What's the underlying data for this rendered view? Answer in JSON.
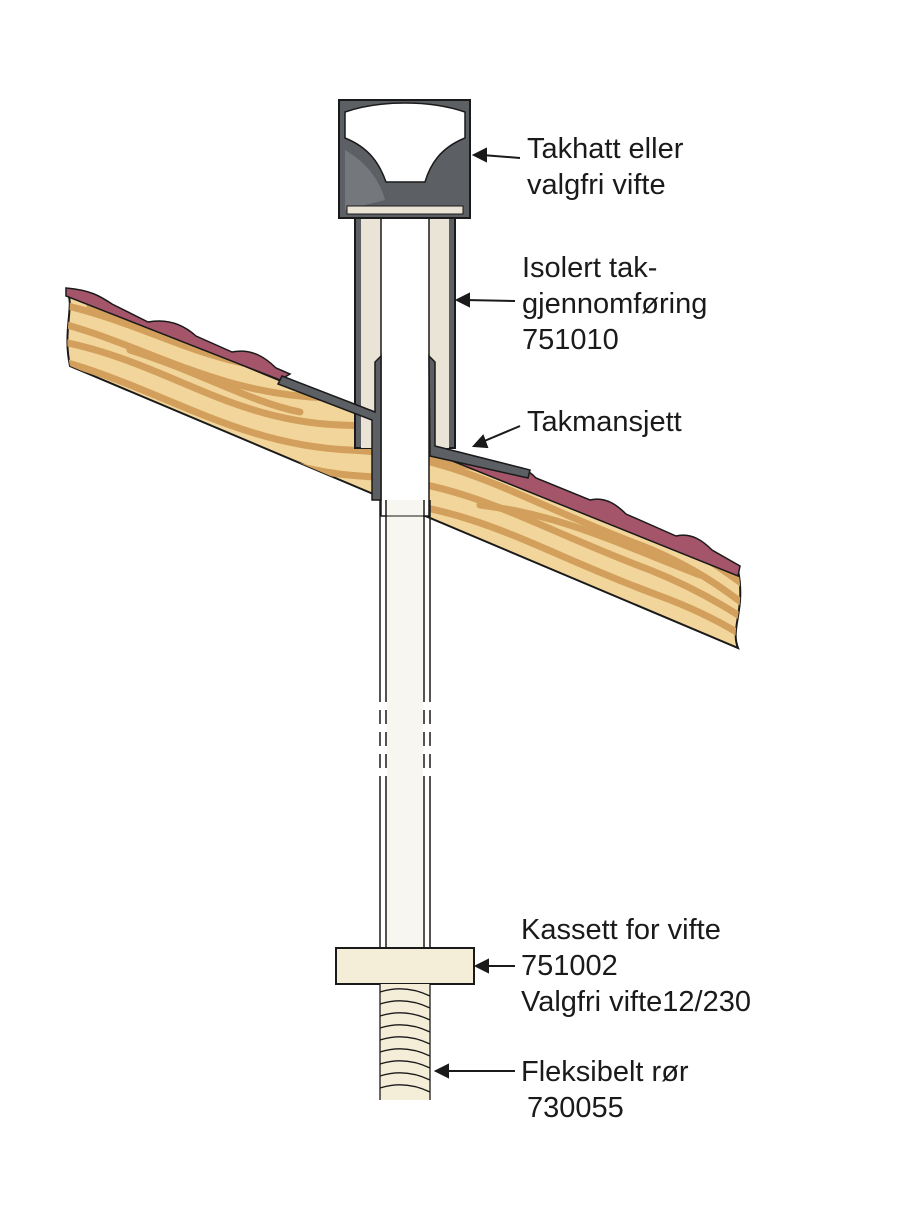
{
  "labels": {
    "cap": {
      "line1": "Takhatt eller",
      "line2": "valgfri vifte"
    },
    "roof_pass": {
      "line1": "Isolert tak-",
      "line2": "gjennomføring",
      "line3": "751010"
    },
    "flashing": {
      "line1": "Takmansjett"
    },
    "fan_box": {
      "line1": "Kassett for vifte",
      "line2": "751002",
      "line3": "Valgfri vifte12/230"
    },
    "flex_pipe": {
      "line1": "Fleksibelt rør",
      "line2": "730055"
    }
  },
  "colors": {
    "wood": "#f2d59a",
    "wood_grain": "#d2a05c",
    "tile": "#a4556a",
    "cap_dark": "#5c6064",
    "insulation": "#e9e4d6",
    "box": "#f4eed8",
    "outline": "#1a1a1a"
  },
  "icons": [
    "arrow-left-icon"
  ]
}
